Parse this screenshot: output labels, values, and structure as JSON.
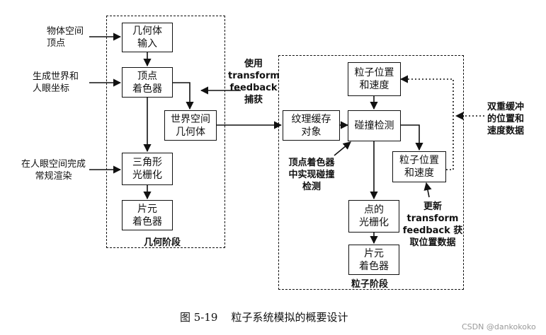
{
  "nodes": {
    "geometry_input": "几何体\n输入",
    "vertex_shader": "顶点\n着色器",
    "world_space_geometry": "世界空间\n几何体",
    "triangle_raster": "三角形\n光栅化",
    "fragment_shader_geo": "片元\n着色器",
    "texture_buffer": "纹理缓存\n对象",
    "particle_pos_vel_top": "粒子位置\n和速度",
    "collision_detect": "碰撞检测",
    "particle_pos_vel_right": "粒子位置\n和速度",
    "point_raster": "点的\n光栅化",
    "fragment_shader_particle": "片元\n着色器"
  },
  "labels": {
    "object_space_vertices": "物体空间\n顶点",
    "gen_world_eye_coords": "生成世界和\n人眼坐标",
    "eye_space_render": "在人眼空间完成\n常规渲染",
    "transform_feedback_capture": "使用\ntransform\nfeedback\n捕获",
    "double_buffer": "双重缓冲\n的位置和\n速度数据",
    "vs_collision": "顶点着色器\n中实现碰撞\n检测",
    "update_tf": "更新\ntransform\nfeedback 获\n取位置数据"
  },
  "regions": {
    "geometry_stage": "几何阶段",
    "particle_stage": "粒子阶段"
  },
  "caption": "图 5-19    粒子系统模拟的概要设计",
  "watermark": "CSDN @dankokoko",
  "colors": {
    "ink": "#111111",
    "watermark": "#9a9a9a"
  }
}
